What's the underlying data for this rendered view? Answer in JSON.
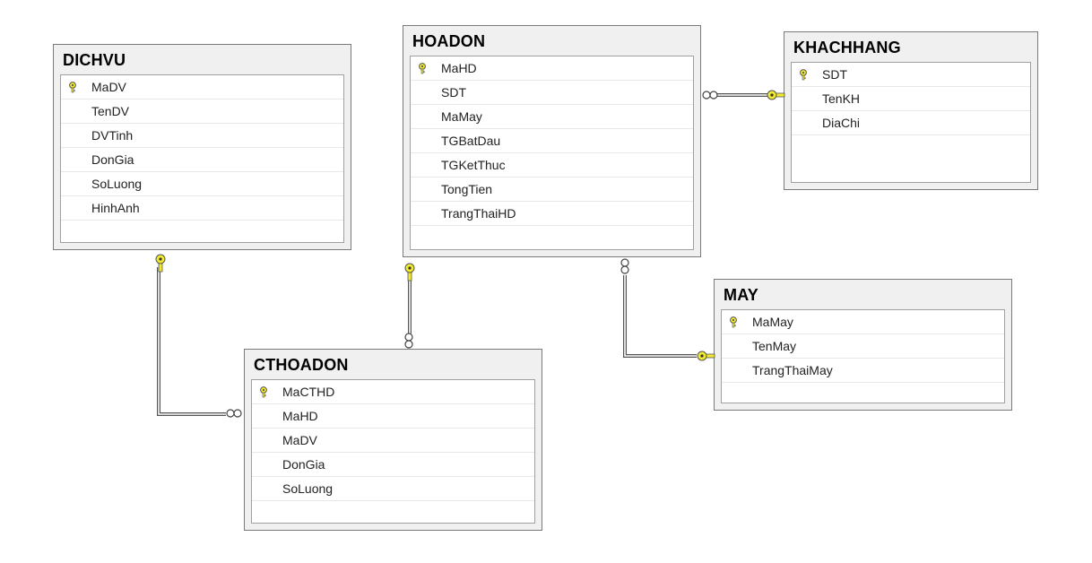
{
  "tables": {
    "dichvu": {
      "title": "DICHVU",
      "columns": [
        {
          "name": "MaDV",
          "pk": true
        },
        {
          "name": "TenDV"
        },
        {
          "name": "DVTinh"
        },
        {
          "name": "DonGia"
        },
        {
          "name": "SoLuong"
        },
        {
          "name": "HinhAnh"
        }
      ]
    },
    "hoadon": {
      "title": "HOADON",
      "columns": [
        {
          "name": "MaHD",
          "pk": true
        },
        {
          "name": "SDT"
        },
        {
          "name": "MaMay"
        },
        {
          "name": "TGBatDau"
        },
        {
          "name": "TGKetThuc"
        },
        {
          "name": "TongTien"
        },
        {
          "name": "TrangThaiHD"
        }
      ]
    },
    "khachhang": {
      "title": "KHACHHANG",
      "columns": [
        {
          "name": "SDT",
          "pk": true
        },
        {
          "name": "TenKH"
        },
        {
          "name": "DiaChi"
        }
      ]
    },
    "may": {
      "title": "MAY",
      "columns": [
        {
          "name": "MaMay",
          "pk": true
        },
        {
          "name": "TenMay"
        },
        {
          "name": "TrangThaiMay"
        }
      ]
    },
    "cthoadon": {
      "title": "CTHOADON",
      "columns": [
        {
          "name": "MaCTHD",
          "pk": true
        },
        {
          "name": "MaHD"
        },
        {
          "name": "MaDV"
        },
        {
          "name": "DonGia"
        },
        {
          "name": "SoLuong"
        }
      ]
    }
  },
  "colors": {
    "key_fill": "#f2ea2c",
    "key_stroke": "#555555",
    "line": "#555555"
  }
}
